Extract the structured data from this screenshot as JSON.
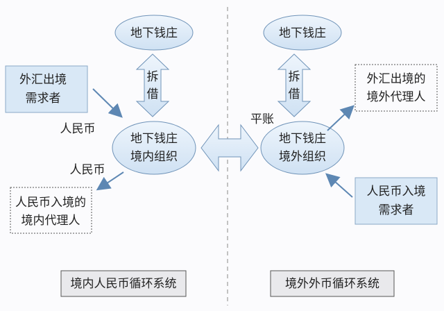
{
  "colors": {
    "node_fill": "#d9e8f6",
    "node_stroke": "#6f93b8",
    "arrow": "#5d87b3",
    "footer_fill": "#e9e9ec"
  },
  "domestic": {
    "top_node": "地下钱庄",
    "borrow_label": [
      "拆",
      "借"
    ],
    "org_node": [
      "地下钱庄",
      "境内组织"
    ],
    "demand_box": [
      "外汇出境",
      "需求者"
    ],
    "agent_box": [
      "人民币入境的",
      "境内代理人"
    ],
    "in_label": "人民币",
    "out_label": "人民币",
    "system_label": "境内人民币循环系统"
  },
  "overseas": {
    "top_node": "地下钱庄",
    "borrow_label": [
      "拆",
      "借"
    ],
    "org_node": [
      "地下钱庄",
      "境外组织"
    ],
    "agent_box": [
      "外汇出境的",
      "境外代理人"
    ],
    "demand_box": [
      "人民币入境",
      "需求者"
    ],
    "settle_label": "平账",
    "system_label": "境外外币循环系统"
  }
}
